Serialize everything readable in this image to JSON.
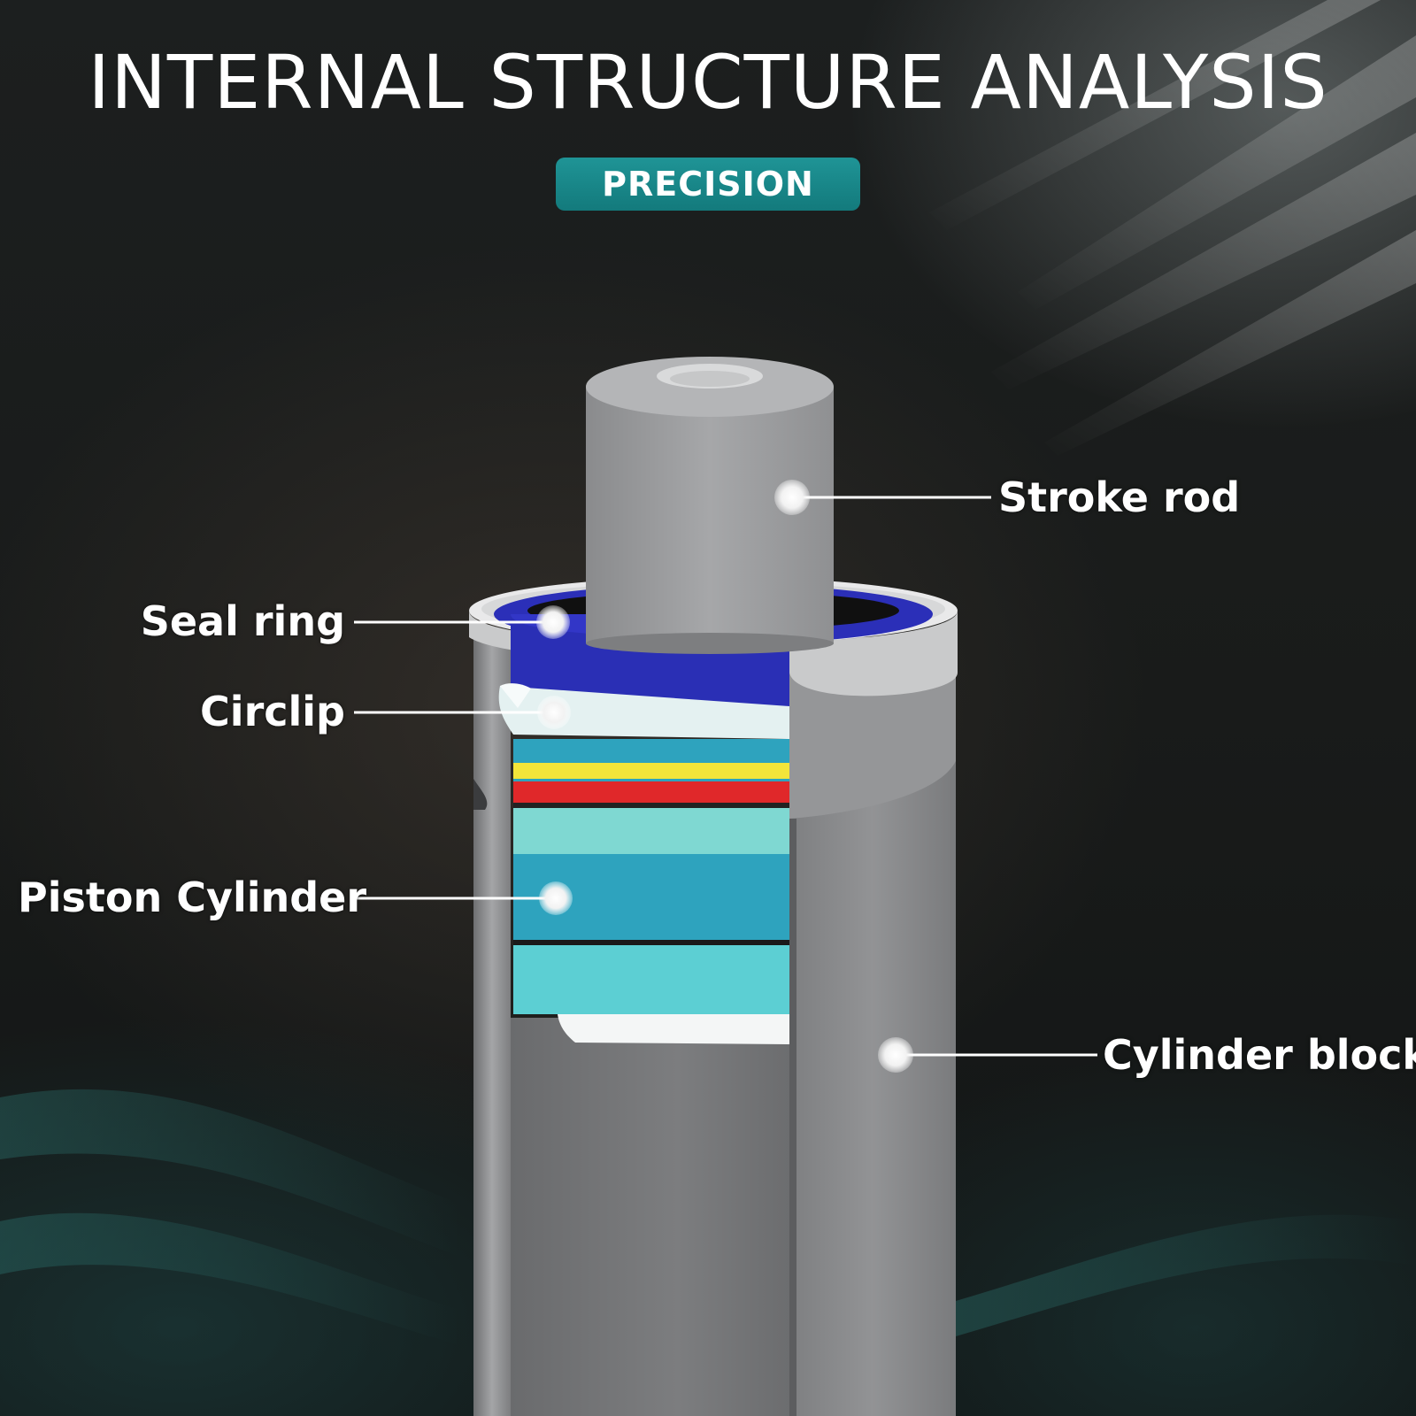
{
  "header": {
    "title": "INTERNAL STRUCTURE ANALYSIS",
    "badge": "PRECISION"
  },
  "callouts": {
    "stroke_rod": "Stroke rod",
    "seal_ring": "Seal ring",
    "circlip": "Circlip",
    "piston_cylinder": "Piston Cylinder",
    "cylinder_block": "Cylinder block"
  },
  "colors": {
    "badge": "#1a8a8c",
    "seal_ring": "#2b2fb8",
    "circlip": "#e4f1f1",
    "piston_band_teal": "#2ea3be",
    "piston_band_yellow": "#f3e53a",
    "piston_band_red": "#e0282a",
    "piston_band_mint": "#7fd8d2",
    "metal": "#8a8b8d"
  }
}
